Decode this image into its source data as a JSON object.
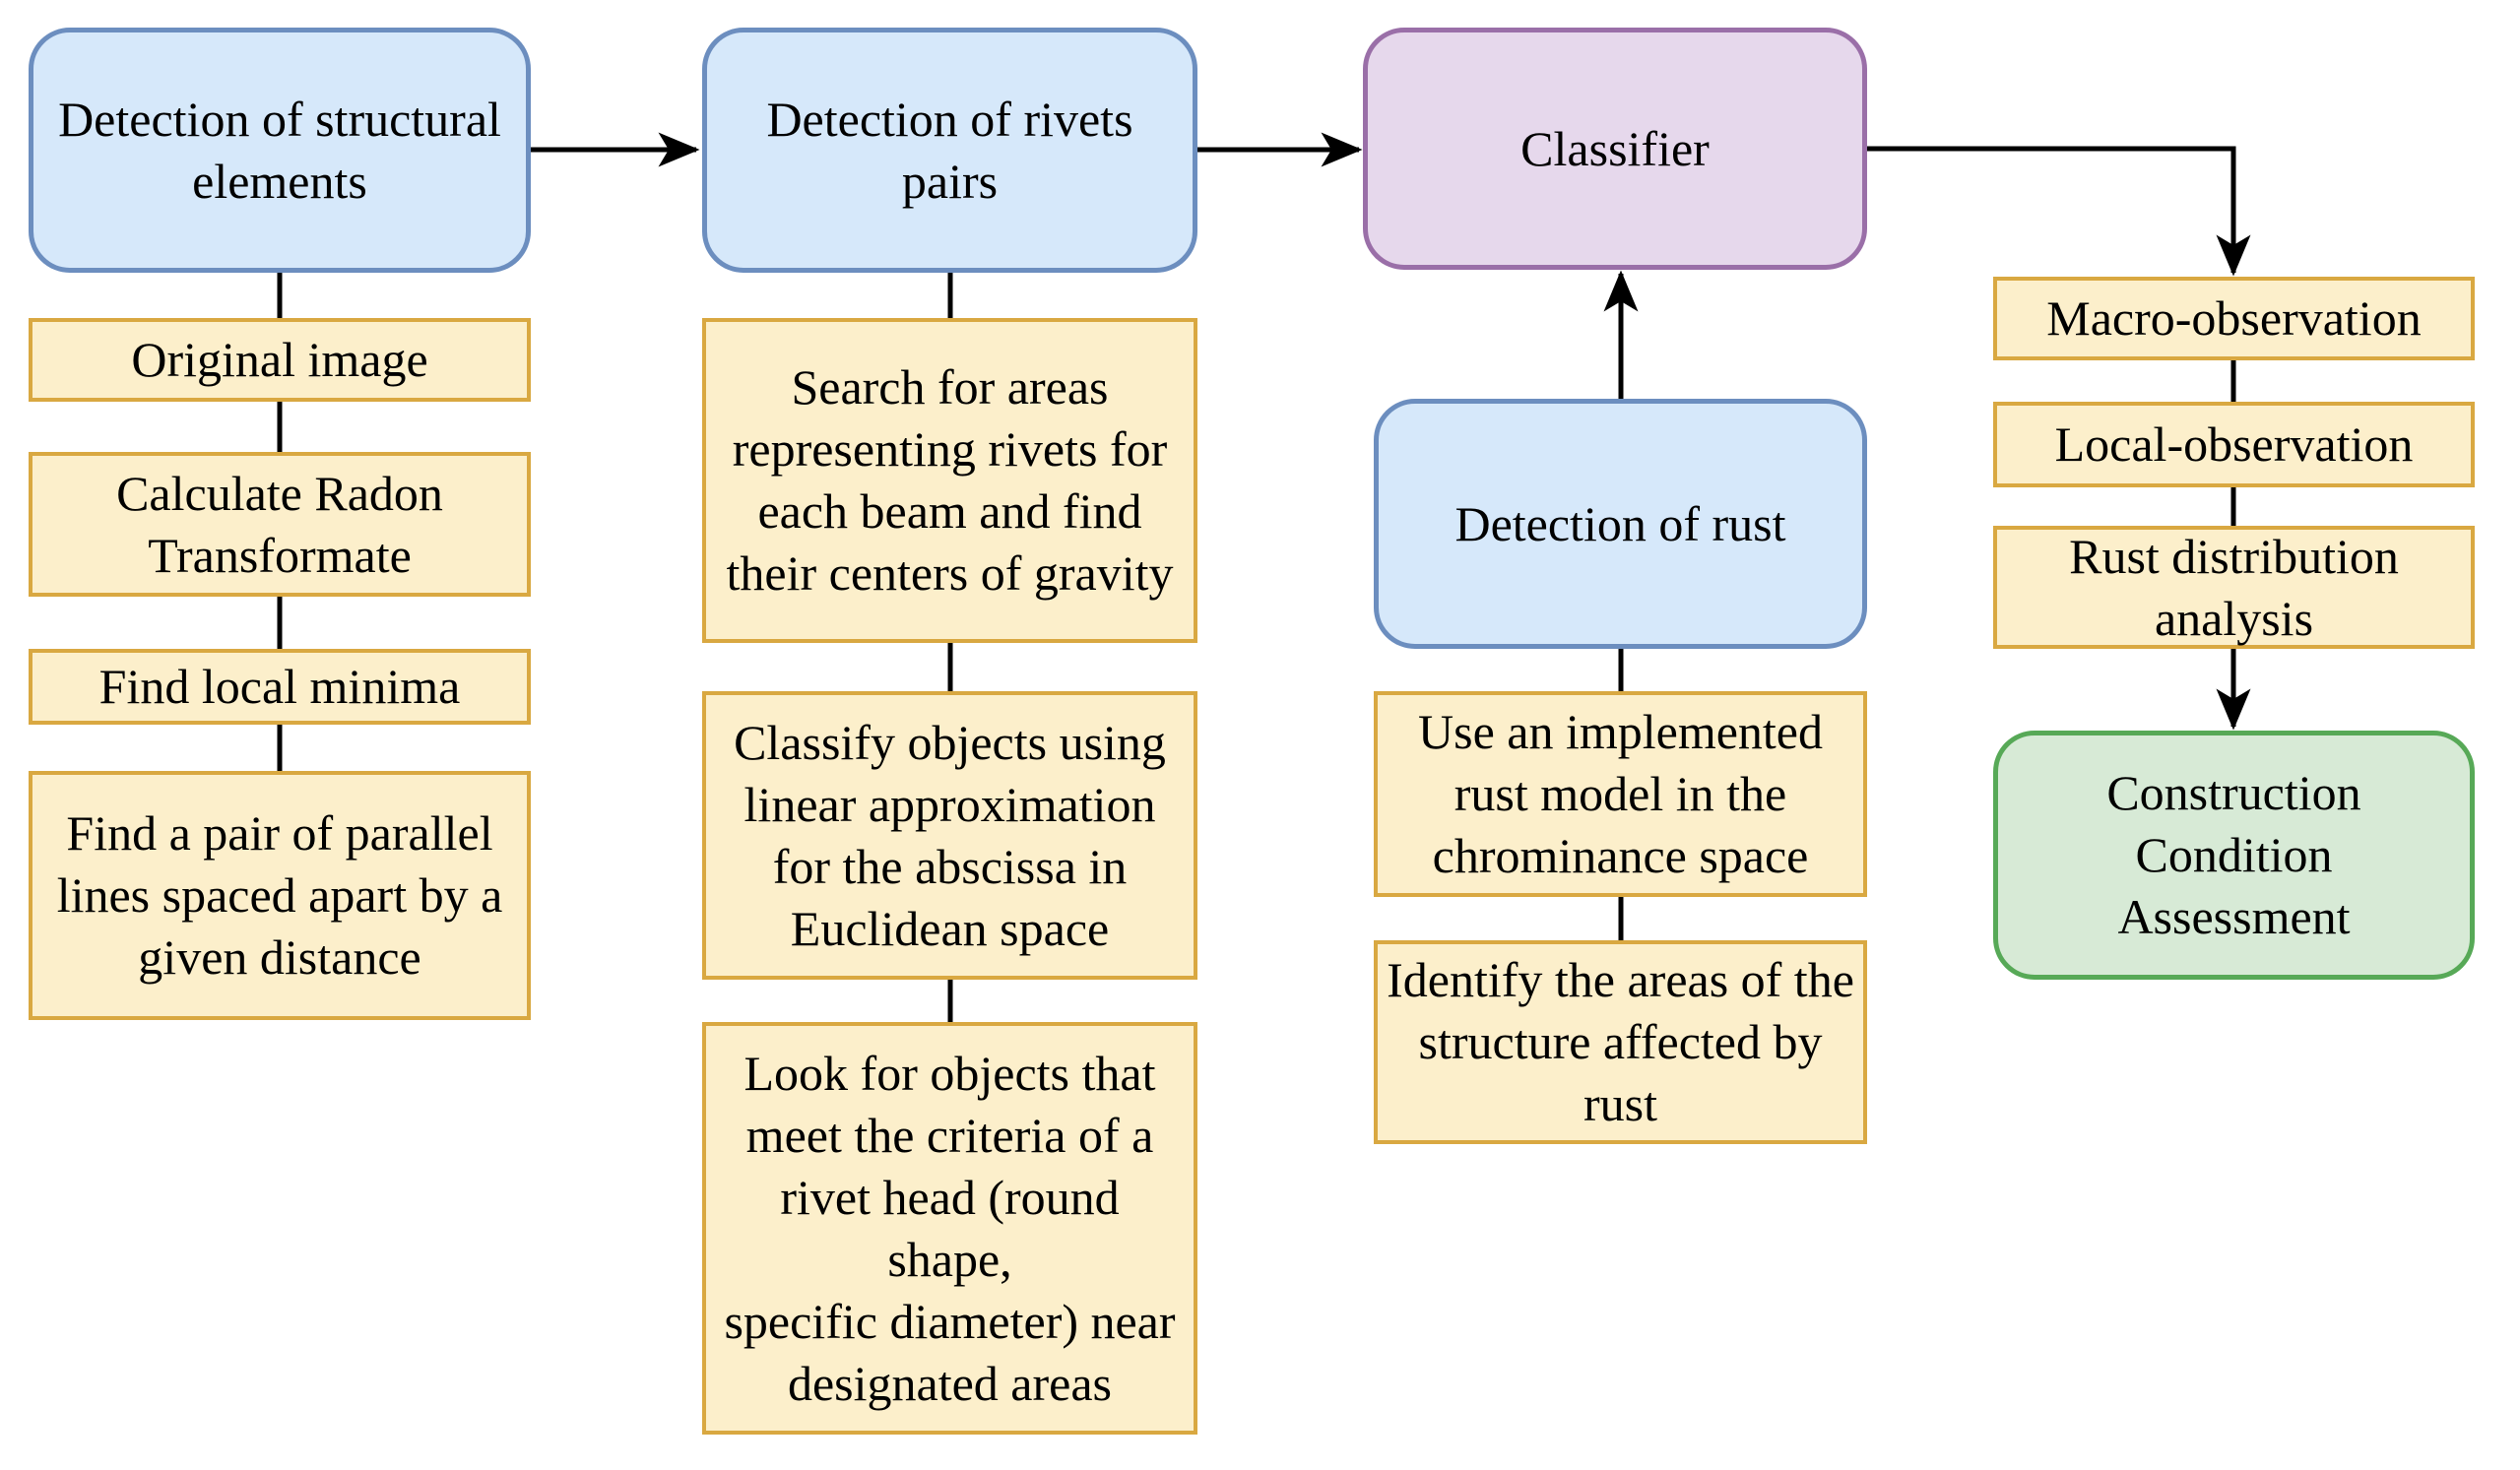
{
  "palette": {
    "background": "#FFFFFF",
    "line": "#000000",
    "text": "#000000",
    "blue_fill": "#D6E8FA",
    "blue_stroke": "#6C8EBF",
    "yellow_fill": "#FCEFCB",
    "yellow_stroke": "#D9A841",
    "purple_fill": "#E6D8EC",
    "purple_stroke": "#9A6FA8",
    "green_fill": "#D7EAD6",
    "green_stroke": "#57A957"
  },
  "nodes": {
    "det_structural": {
      "label": "Detection of structural\nelements",
      "shape": "rounded",
      "color": "blue"
    },
    "original_image": {
      "label": "Original image",
      "shape": "rect",
      "color": "yellow"
    },
    "calc_radon": {
      "label": "Calculate Radon\nTransformate",
      "shape": "rect",
      "color": "yellow"
    },
    "find_minima": {
      "label": "Find local minima",
      "shape": "rect",
      "color": "yellow"
    },
    "find_parallel": {
      "label": "Find a pair of parallel\nlines spaced apart by a\ngiven distance",
      "shape": "rect",
      "color": "yellow"
    },
    "det_rivets": {
      "label": "Detection of rivets pairs",
      "shape": "rounded",
      "color": "blue"
    },
    "search_areas": {
      "label": "Search for areas\nrepresenting rivets for\neach beam and find\ntheir centers of gravity",
      "shape": "rect",
      "color": "yellow"
    },
    "classify_objects": {
      "label": "Classify objects using\nlinear approximation\nfor the abscissa in\nEuclidean space",
      "shape": "rect",
      "color": "yellow"
    },
    "look_objects": {
      "label": "Look for objects that\nmeet the criteria of a\nrivet head (round shape,\nspecific diameter) near\ndesignated areas",
      "shape": "rect",
      "color": "yellow"
    },
    "classifier": {
      "label": "Classifier",
      "shape": "rounded",
      "color": "purple"
    },
    "det_rust": {
      "label": "Detection of rust",
      "shape": "rounded",
      "color": "blue"
    },
    "rust_model": {
      "label": "Use an implemented\nrust model in the\nchrominance space",
      "shape": "rect",
      "color": "yellow"
    },
    "identify_areas": {
      "label": "Identify the areas of the\nstructure affected by\nrust",
      "shape": "rect",
      "color": "yellow"
    },
    "macro_observation": {
      "label": "Macro-observation",
      "shape": "rect",
      "color": "yellow"
    },
    "local_observation": {
      "label": "Local-observation",
      "shape": "rect",
      "color": "yellow"
    },
    "rust_distribution": {
      "label": "Rust distribution\nanalysis",
      "shape": "rect",
      "color": "yellow"
    },
    "construction_assessment": {
      "label": "Construction Condition\nAssessment",
      "shape": "rounded",
      "color": "green"
    }
  },
  "edges": [
    {
      "from": "det_structural",
      "to": "det_rivets",
      "arrow": true
    },
    {
      "from": "det_rivets",
      "to": "classifier",
      "arrow": true
    },
    {
      "from": "classifier",
      "to": "macro_observation",
      "arrow": true
    },
    {
      "from": "det_rust",
      "to": "classifier",
      "arrow": true
    },
    {
      "from": "det_structural",
      "to": "original_image",
      "arrow": false
    },
    {
      "from": "original_image",
      "to": "calc_radon",
      "arrow": false
    },
    {
      "from": "calc_radon",
      "to": "find_minima",
      "arrow": false
    },
    {
      "from": "find_minima",
      "to": "find_parallel",
      "arrow": false
    },
    {
      "from": "det_rivets",
      "to": "search_areas",
      "arrow": false
    },
    {
      "from": "search_areas",
      "to": "classify_objects",
      "arrow": false
    },
    {
      "from": "classify_objects",
      "to": "look_objects",
      "arrow": false
    },
    {
      "from": "det_rust",
      "to": "rust_model",
      "arrow": false
    },
    {
      "from": "rust_model",
      "to": "identify_areas",
      "arrow": false
    },
    {
      "from": "macro_observation",
      "to": "local_observation",
      "arrow": false
    },
    {
      "from": "local_observation",
      "to": "rust_distribution",
      "arrow": false
    },
    {
      "from": "rust_distribution",
      "to": "construction_assessment",
      "arrow": true
    }
  ]
}
